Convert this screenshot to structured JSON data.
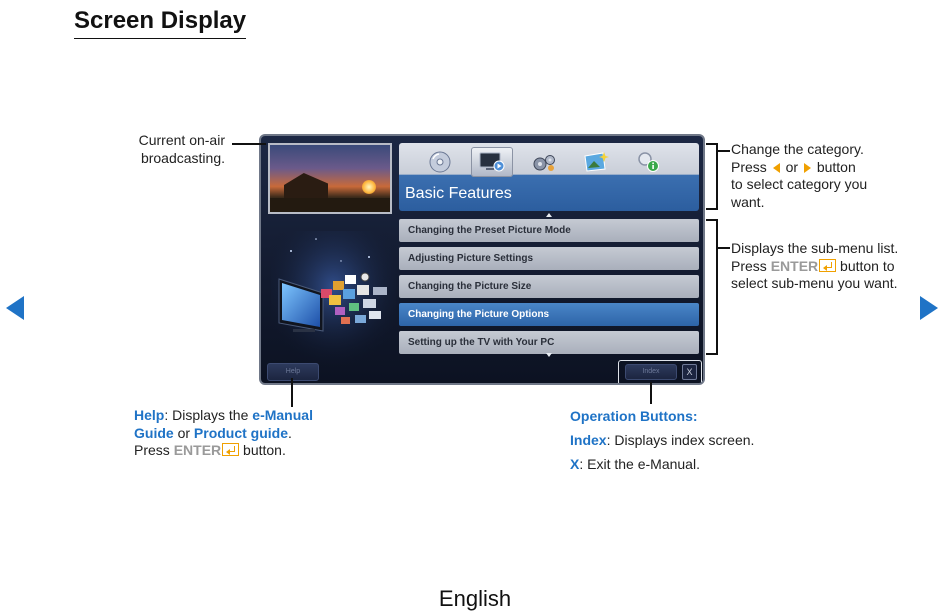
{
  "page": {
    "title": "Screen Display",
    "footer_language": "English"
  },
  "tv_screen": {
    "category_label": "Basic Features",
    "category_icons": [
      "disc-icon",
      "video-play-icon",
      "gears-icon",
      "picture-sparkle-icon",
      "info-search-icon"
    ],
    "active_category_index": 1,
    "menu_items": [
      "Changing the Preset Picture Mode",
      "Adjusting Picture Settings",
      "Changing the Picture Size",
      "Changing the Picture Options",
      "Setting up the TV with Your PC"
    ],
    "selected_menu_index": 3,
    "help_button": "Help",
    "index_button": "Index",
    "close_button": "X"
  },
  "callouts": {
    "onair": {
      "line1": "Current on-air",
      "line2": "broadcasting."
    },
    "category": {
      "line1": "Change the category.",
      "press": "Press",
      "or": "or",
      "button": "button",
      "line3": "to select category you",
      "line4": "want."
    },
    "submenu": {
      "line1": "Displays the sub-menu list.",
      "press": "Press",
      "enter": "ENTER",
      "after": "button to",
      "line3": "select sub-menu you want."
    },
    "help": {
      "term": "Help",
      "text1": ": Displays the",
      "link1a": "e-Manual",
      "link1b": "Guide",
      "or": "or",
      "link2": "Product guide",
      "period": ".",
      "press": "Press",
      "enter": "ENTER",
      "after": "button."
    },
    "operation": {
      "heading": "Operation Buttons:",
      "index_term": "Index",
      "index_desc": ": Displays index screen.",
      "x_term": "X",
      "x_desc": ": Exit the e-Manual."
    }
  },
  "colors": {
    "accent_blue": "#1f73c6",
    "enter_orange": "#f0a000",
    "selected_item": "#2d64a8"
  }
}
